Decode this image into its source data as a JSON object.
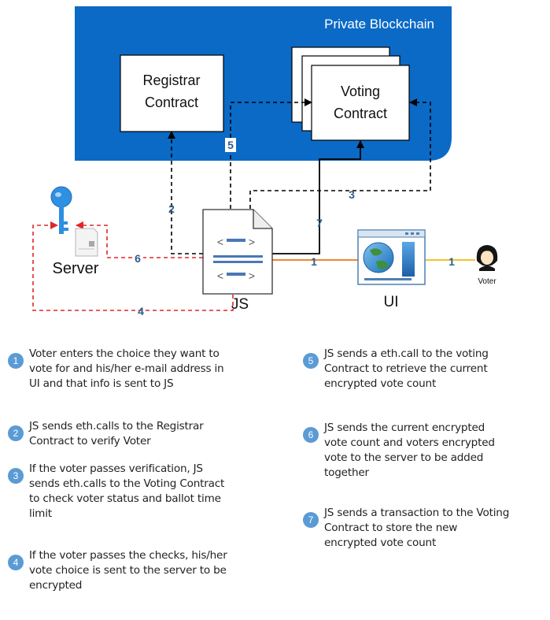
{
  "blockchain": {
    "title": "Private Blockchain"
  },
  "registrar": {
    "line1": "Registrar",
    "line2": "Contract"
  },
  "voting": {
    "line1": "Voting",
    "line2": "Contract"
  },
  "server": {
    "label": "Server"
  },
  "js": {
    "label": "JS"
  },
  "ui": {
    "label": "UI"
  },
  "voter": {
    "label": "Voter"
  },
  "edge_labels": {
    "e1a": "1",
    "e1b": "1",
    "e2": "2",
    "e3": "3",
    "e4": "4",
    "e5": "5",
    "e6": "6",
    "e7": "7"
  },
  "colors": {
    "blockchain_fill": "#0b6ac6",
    "node_border": "#000000",
    "label_blue": "#2e5e8e",
    "red_dash": "#e0262b",
    "orange_line": "#f0862e",
    "yellow_line": "#f3c332",
    "step_circle": "#5b9bd5"
  },
  "steps": [
    {
      "num": "1",
      "lines": [
        "Voter enters the choice they want to",
        "vote for and his/her e-mail address in",
        "UI and that info is sent to JS"
      ]
    },
    {
      "num": "2",
      "lines": [
        "JS sends eth.calls to the Registrar",
        "Contract to verify Voter"
      ]
    },
    {
      "num": "3",
      "lines": [
        "If the voter passes verification, JS",
        "sends eth.calls to the Voting Contract",
        "to check voter status and ballot time",
        "limit"
      ]
    },
    {
      "num": "4",
      "lines": [
        "If the voter passes the checks, his/her",
        "vote choice is sent to the server to be",
        "encrypted"
      ]
    },
    {
      "num": "5",
      "lines": [
        "JS sends a eth.call to the voting",
        "Contract to retrieve the current",
        "encrypted vote count"
      ]
    },
    {
      "num": "6",
      "lines": [
        "JS sends the current encrypted",
        "vote count and voters encrypted",
        "vote to the server to be added",
        "together"
      ]
    },
    {
      "num": "7",
      "lines": [
        "JS sends a transaction to the Voting",
        "Contract to store the new",
        "encrypted vote count"
      ]
    }
  ]
}
